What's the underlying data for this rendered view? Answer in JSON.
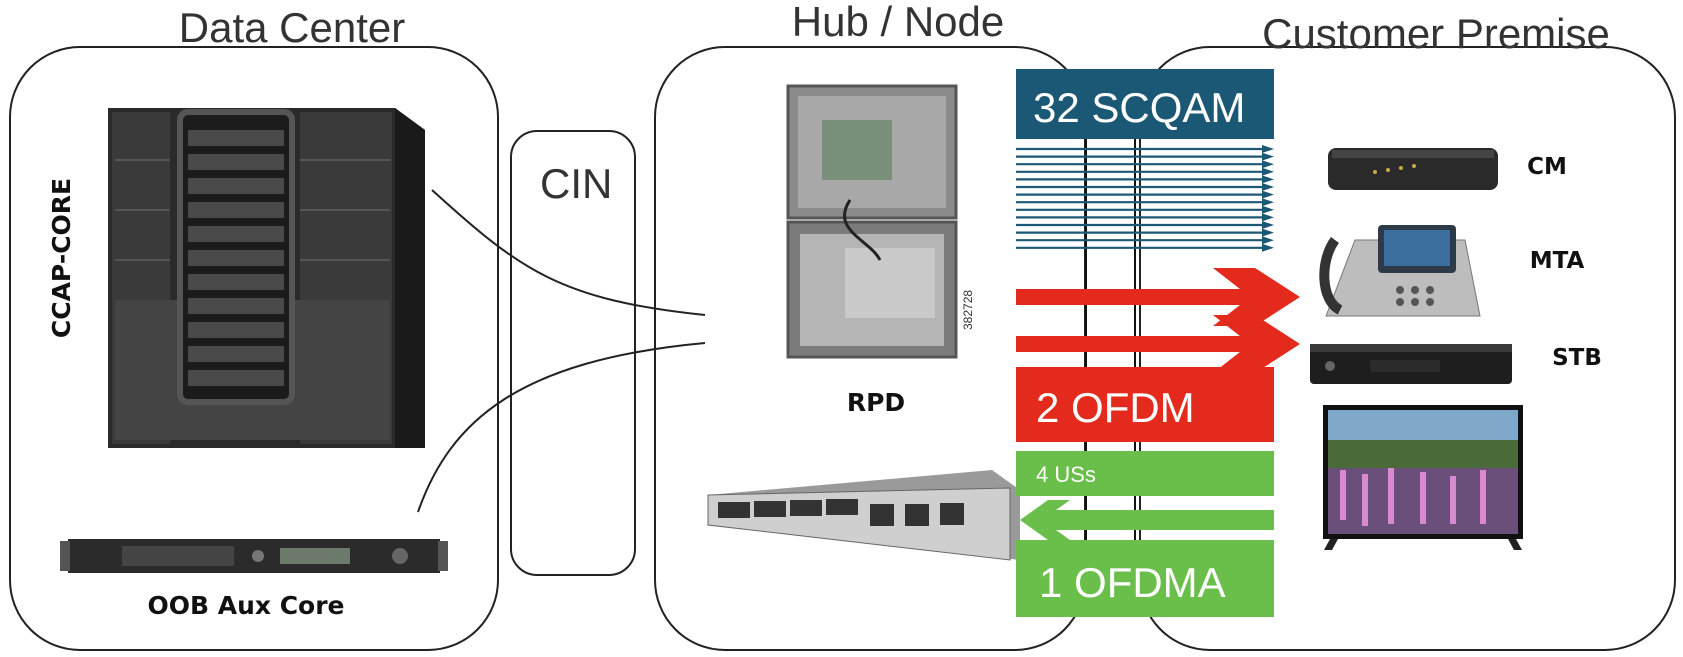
{
  "section_titles": {
    "data_center": "Data Center",
    "hub_node": "Hub / Node",
    "customer_premise": "Customer Premise"
  },
  "network": {
    "cin": "CIN"
  },
  "devices": {
    "ccap_core": "CCAP-CORE",
    "oob_aux_core": "OOB Aux Core",
    "rpd": "RPD",
    "rpd_serial": "382728"
  },
  "channels": {
    "scqam": "32 SCQAM",
    "ofdm": "2 OFDM",
    "upstream": "4 USs",
    "ofdma": "1 OFDMA"
  },
  "customer_devices": {
    "cm": "CM",
    "mta": "MTA",
    "stb": "STB"
  },
  "colors": {
    "scqam": "#1b5876",
    "ofdm": "#e32a1c",
    "upstream": "#6abf4b",
    "title_text": "#333333",
    "outline": "#222222"
  }
}
